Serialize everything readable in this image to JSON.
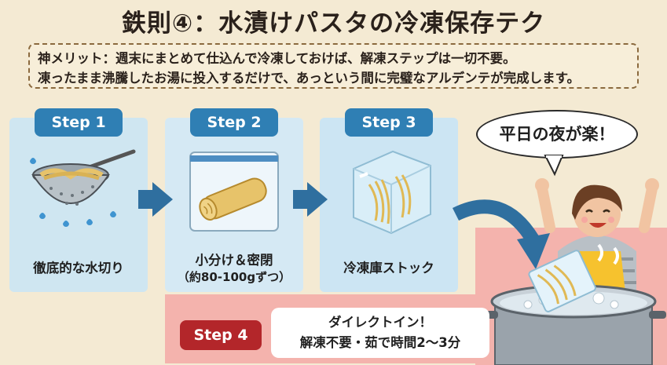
{
  "title": "鉄則④：水漬けパスタの冷凍保存テク",
  "merit": {
    "line1": "神メリット：週末にまとめて仕込んで冷凍しておけば、解凍ステップは一切不要。",
    "line2": "凍ったまま沸騰したお湯に投入するだけで、あっという間に完璧なアルデンテが完成します。"
  },
  "steps": [
    {
      "label": "Step 1",
      "caption": "徹底的な水切り"
    },
    {
      "label": "Step 2",
      "caption": "小分け＆密閉",
      "sub": "（約80-100gずつ）"
    },
    {
      "label": "Step 3",
      "caption": "冷凍庫ストック"
    }
  ],
  "step4": {
    "label": "Step 4",
    "line1": "ダイレクトイン！",
    "line2": "解凍不要・茹で時間2～3分"
  },
  "bubble": "平日の夜が楽！",
  "icons": [
    "colander-icon",
    "zip-bag-icon",
    "ice-cube-icon",
    "happy-woman-icon",
    "boiling-pot-icon"
  ],
  "colors": {
    "step_blue": "#2f7fb4",
    "step4_red": "#b3262a",
    "panel_blue": "#cfe6f1",
    "accent_pink": "#f4b3ad"
  }
}
